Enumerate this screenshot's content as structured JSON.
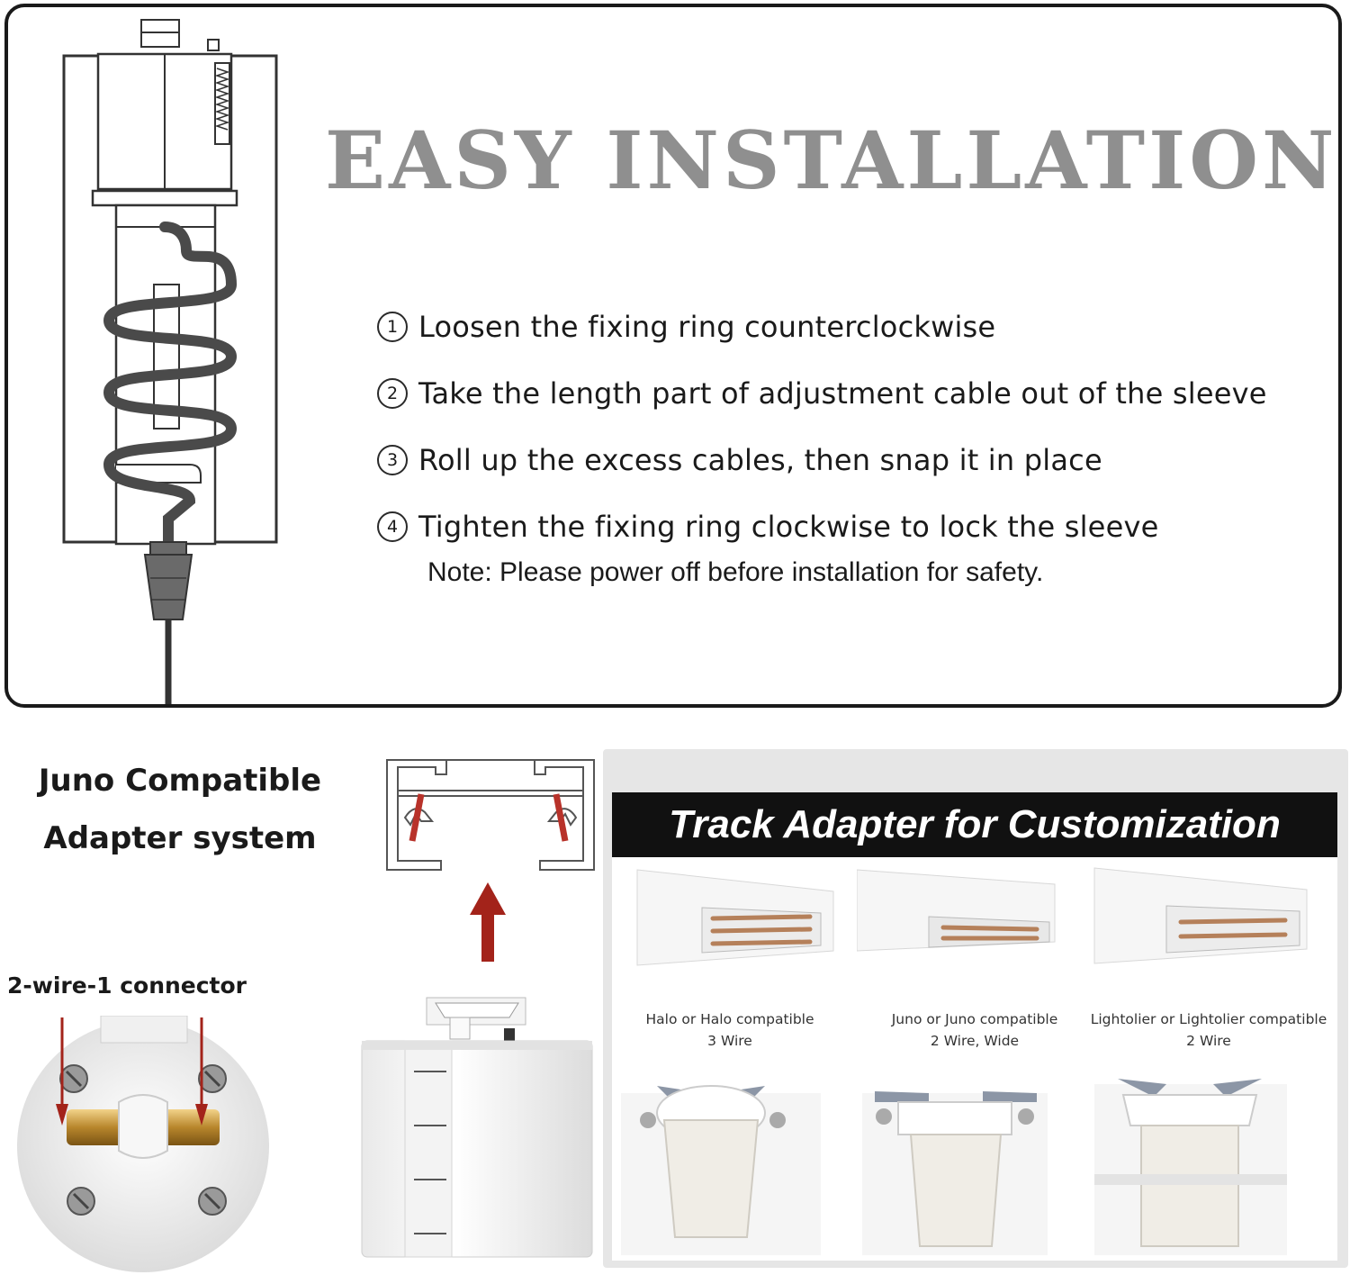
{
  "installation": {
    "title": "EASY INSTALLATION",
    "steps": [
      {
        "num": "1",
        "text": "Loosen the fixing ring counterclockwise"
      },
      {
        "num": "2",
        "text": "Take the length part of adjustment cable out of the  sleeve"
      },
      {
        "num": "3",
        "text": "Roll up the excess cables, then snap it in place"
      },
      {
        "num": "4",
        "text": "Tighten the fixing ring clockwise to lock the sleeve"
      }
    ],
    "note": "Note: Please power off before installation for safety."
  },
  "juno": {
    "title_line1": "Juno Compatible",
    "title_line2": "Adapter system",
    "connector_label": "2-wire-1 connector"
  },
  "customization": {
    "header": "Track Adapter for Customization",
    "products": [
      {
        "line1": "Halo or Halo compatible",
        "line2": "3 Wire"
      },
      {
        "line1": "Juno or Juno compatible",
        "line2": "2 Wire, Wide"
      },
      {
        "line1": "Lightolier or Lightolier compatible",
        "line2": "2 Wire"
      }
    ]
  },
  "colors": {
    "title_gray": "#8f8f8f",
    "accent_red": "#a3231a",
    "header_black": "#111111"
  }
}
